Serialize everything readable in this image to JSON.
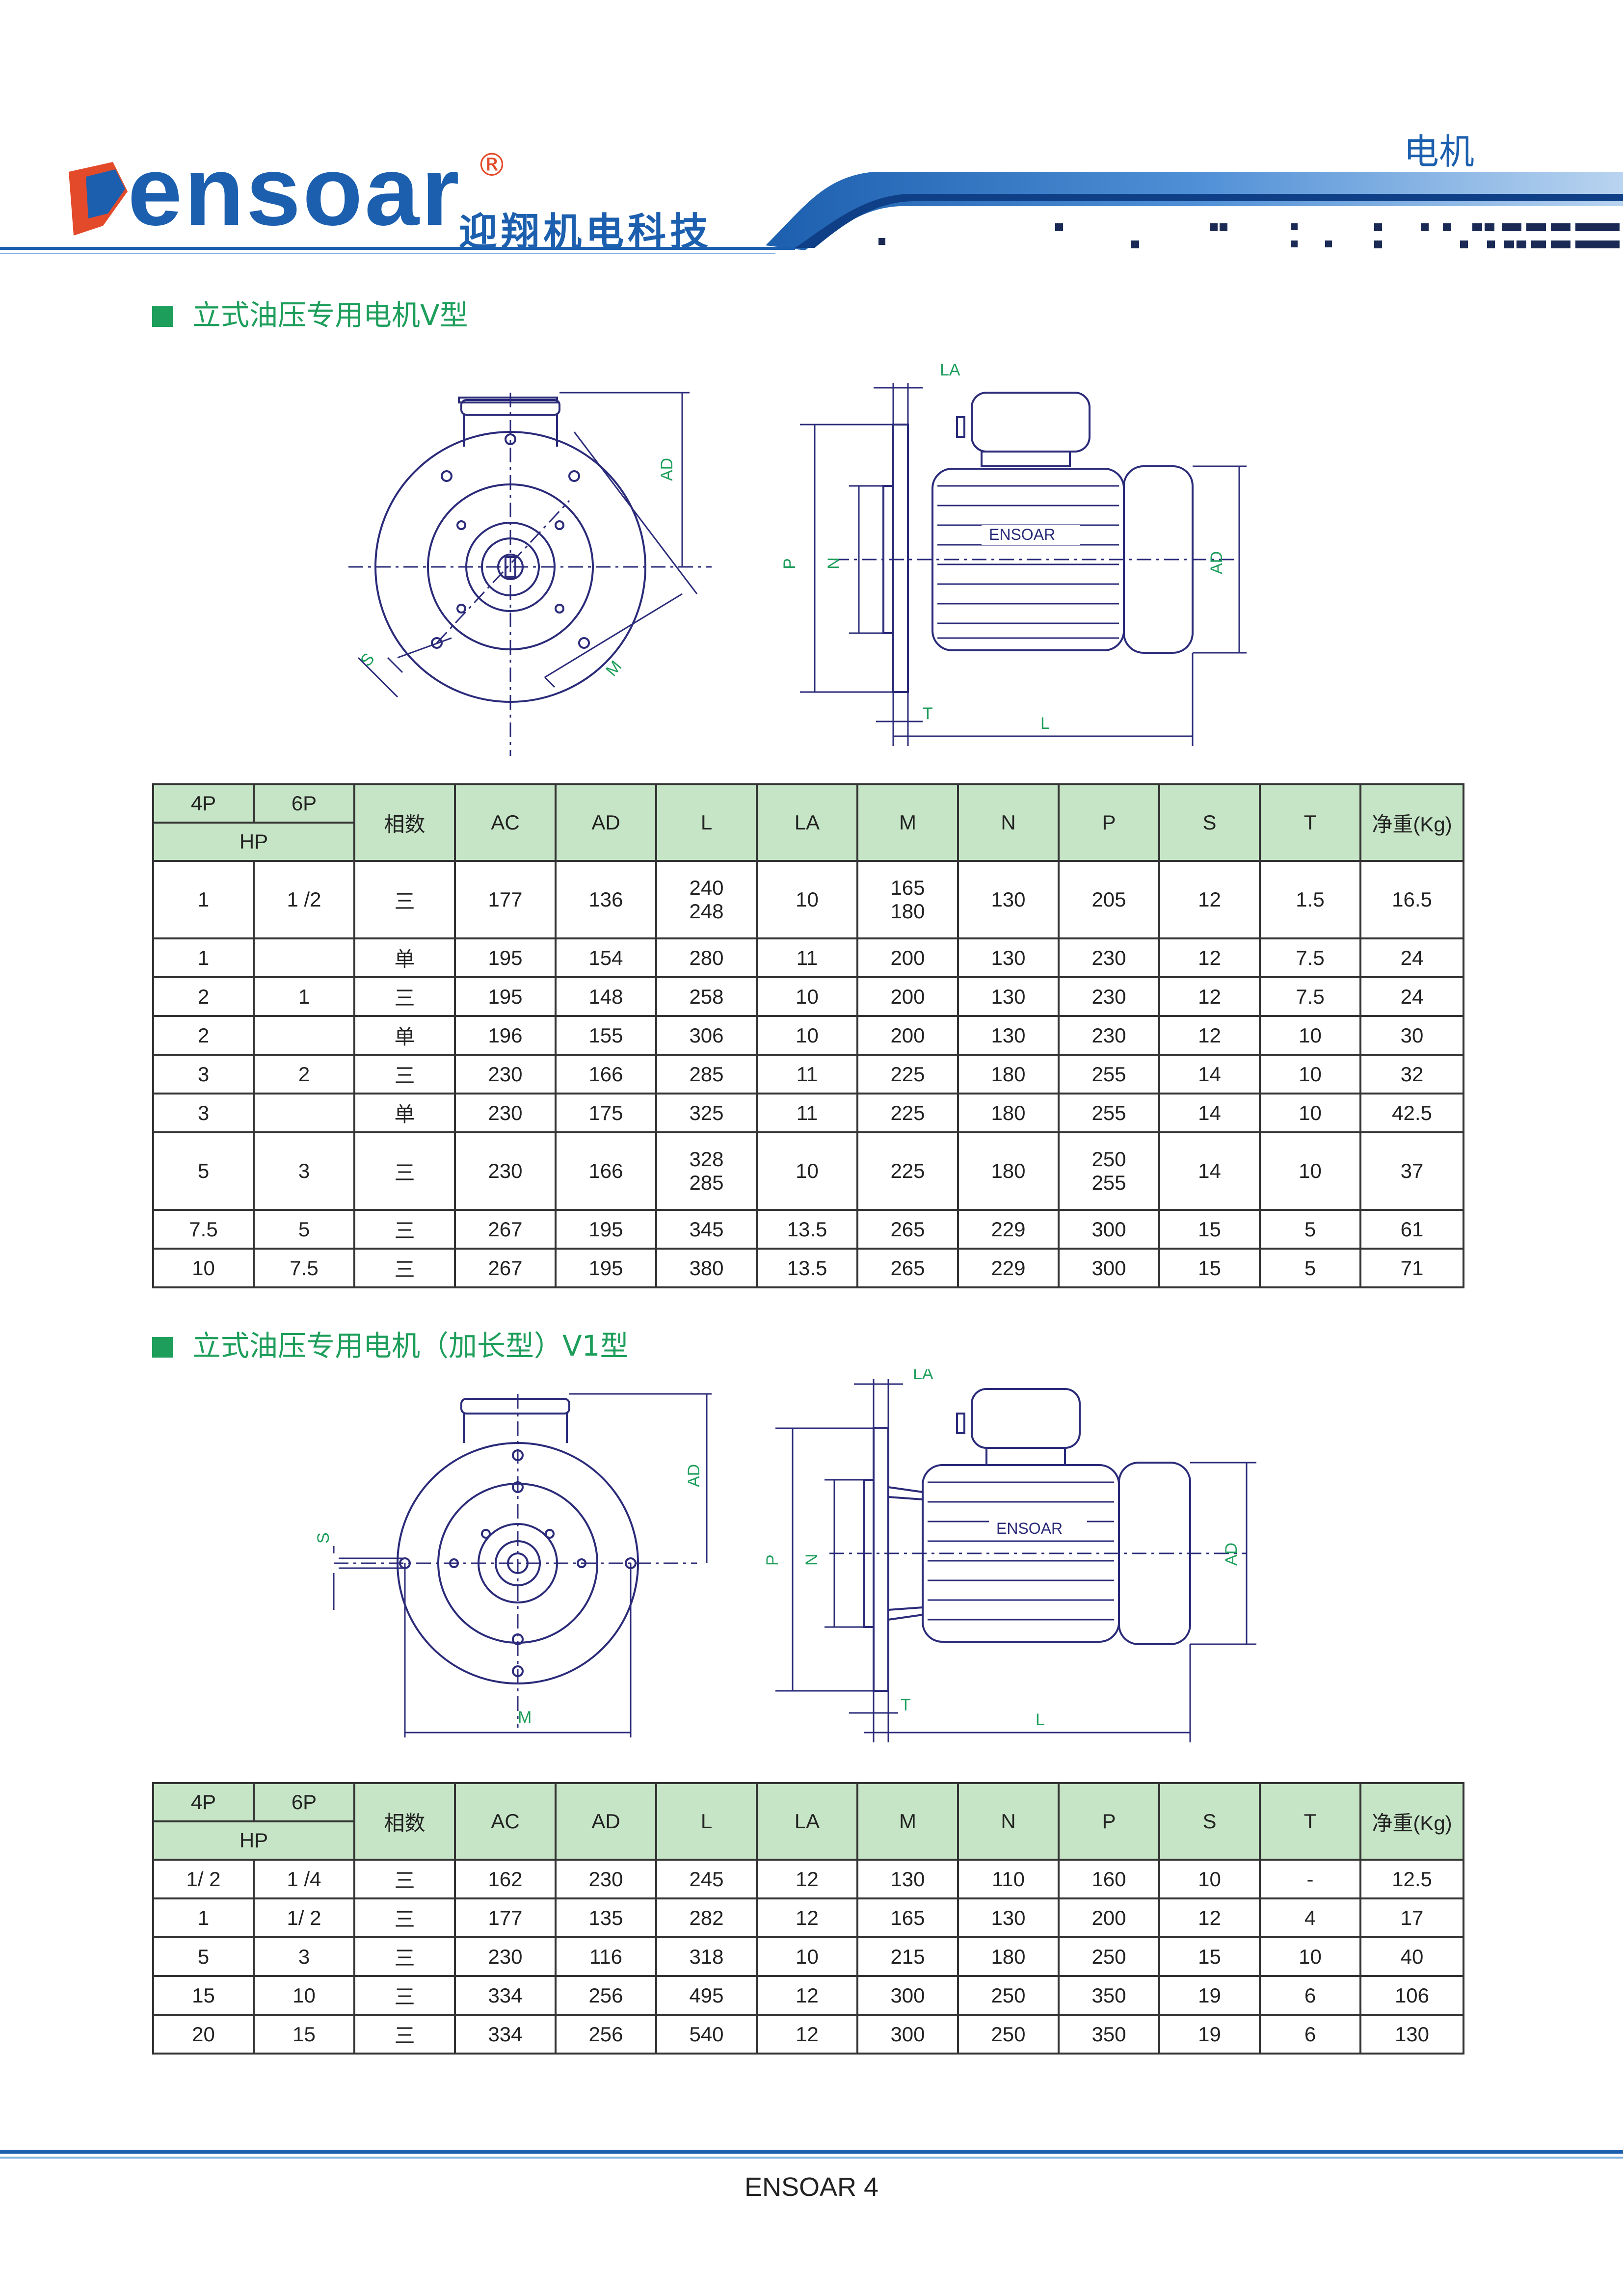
{
  "header": {
    "brand": "ensoar",
    "registered": "®",
    "brand_cn": "迎翔机电科技",
    "page_tag": "电机"
  },
  "section1": {
    "title": "立式油压专用电机V型",
    "diagram_labels": {
      "la": "LA",
      "ad": "AD",
      "p": "P",
      "n": "N",
      "s": "S",
      "m": "M",
      "t": "T",
      "l": "L",
      "brand": "ENSOAR"
    },
    "table": {
      "headers": {
        "p4": "4P",
        "p6": "6P",
        "hp": "HP",
        "phase": "相数",
        "ac": "AC",
        "ad": "AD",
        "l": "L",
        "la": "LA",
        "m": "M",
        "n": "N",
        "p": "P",
        "s": "S",
        "t": "T",
        "weight": "净重(Kg)"
      },
      "rows": [
        {
          "p4": "1",
          "p6": "1 /2",
          "phase": "三",
          "ac": "177",
          "ad": "136",
          "l": [
            "240",
            "248"
          ],
          "la": "10",
          "m": [
            "165",
            "180"
          ],
          "n": "130",
          "p": "205",
          "s": "12",
          "t": "1.5",
          "w": "16.5"
        },
        {
          "p4": "1",
          "p6": "",
          "phase": "单",
          "ac": "195",
          "ad": "154",
          "l": "280",
          "la": "11",
          "m": "200",
          "n": "130",
          "p": "230",
          "s": "12",
          "t": "7.5",
          "w": "24"
        },
        {
          "p4": "2",
          "p6": "1",
          "phase": "三",
          "ac": "195",
          "ad": "148",
          "l": "258",
          "la": "10",
          "m": "200",
          "n": "130",
          "p": "230",
          "s": "12",
          "t": "7.5",
          "w": "24"
        },
        {
          "p4": "2",
          "p6": "",
          "phase": "单",
          "ac": "196",
          "ad": "155",
          "l": "306",
          "la": "10",
          "m": "200",
          "n": "130",
          "p": "230",
          "s": "12",
          "t": "10",
          "w": "30"
        },
        {
          "p4": "3",
          "p6": "2",
          "phase": "三",
          "ac": "230",
          "ad": "166",
          "l": "285",
          "la": "11",
          "m": "225",
          "n": "180",
          "p": "255",
          "s": "14",
          "t": "10",
          "w": "32"
        },
        {
          "p4": "3",
          "p6": "",
          "phase": "单",
          "ac": "230",
          "ad": "175",
          "l": "325",
          "la": "11",
          "m": "225",
          "n": "180",
          "p": "255",
          "s": "14",
          "t": "10",
          "w": "42.5"
        },
        {
          "p4": "5",
          "p6": "3",
          "phase": "三",
          "ac": "230",
          "ad": "166",
          "l": [
            "328",
            "285"
          ],
          "la": "10",
          "m": "225",
          "n": "180",
          "p": [
            "250",
            "255"
          ],
          "s": "14",
          "t": "10",
          "w": "37"
        },
        {
          "p4": "7.5",
          "p6": "5",
          "phase": "三",
          "ac": "267",
          "ad": "195",
          "l": "345",
          "la": "13.5",
          "m": "265",
          "n": "229",
          "p": "300",
          "s": "15",
          "t": "5",
          "w": "61"
        },
        {
          "p4": "10",
          "p6": "7.5",
          "phase": "三",
          "ac": "267",
          "ad": "195",
          "l": "380",
          "la": "13.5",
          "m": "265",
          "n": "229",
          "p": "300",
          "s": "15",
          "t": "5",
          "w": "71"
        }
      ]
    }
  },
  "section2": {
    "title": "立式油压专用电机（加长型）V1型",
    "table": {
      "rows": [
        {
          "p4": "1/ 2",
          "p6": "1 /4",
          "phase": "三",
          "ac": "162",
          "ad": "230",
          "l": "245",
          "la": "12",
          "m": "130",
          "n": "110",
          "p": "160",
          "s": "10",
          "t": "-",
          "w": "12.5"
        },
        {
          "p4": "1",
          "p6": "1/ 2",
          "phase": "三",
          "ac": "177",
          "ad": "135",
          "l": "282",
          "la": "12",
          "m": "165",
          "n": "130",
          "p": "200",
          "s": "12",
          "t": "4",
          "w": "17"
        },
        {
          "p4": "5",
          "p6": "3",
          "phase": "三",
          "ac": "230",
          "ad": "116",
          "l": "318",
          "la": "10",
          "m": "215",
          "n": "180",
          "p": "250",
          "s": "15",
          "t": "10",
          "w": "40"
        },
        {
          "p4": "15",
          "p6": "10",
          "phase": "三",
          "ac": "334",
          "ad": "256",
          "l": "495",
          "la": "12",
          "m": "300",
          "n": "250",
          "p": "350",
          "s": "19",
          "t": "6",
          "w": "106"
        },
        {
          "p4": "20",
          "p6": "15",
          "phase": "三",
          "ac": "334",
          "ad": "256",
          "l": "540",
          "la": "12",
          "m": "300",
          "n": "250",
          "p": "350",
          "s": "19",
          "t": "6",
          "w": "130"
        }
      ]
    }
  },
  "footer": {
    "page_label": "ENSOAR 4"
  },
  "colors": {
    "brand_blue": "#1c5fae",
    "title_green": "#1d9e5b",
    "header_fill": "#c6e5c6",
    "drawing_navy": "#2b2b7a",
    "dimension_green": "#1d9e5b"
  }
}
